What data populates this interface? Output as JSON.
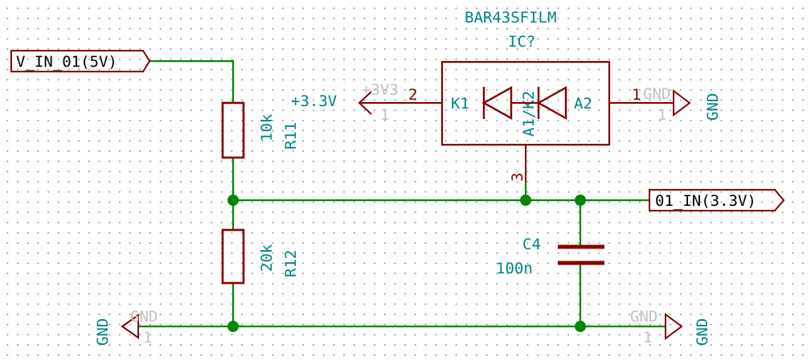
{
  "schematic": {
    "hier_labels": {
      "v_in": "V_IN_01(5V)",
      "out": "01_IN(3.3V)"
    },
    "r11": {
      "ref": "R11",
      "value": "10k"
    },
    "r12": {
      "ref": "R12",
      "value": "20k"
    },
    "c4": {
      "ref": "C4",
      "value": "100n"
    },
    "ic": {
      "part": "BAR43SFILM",
      "ref": "IC?",
      "pins": {
        "k1_name": "K1",
        "a1k2_name": "A1/K2",
        "a2_name": "A2",
        "pin2_num": "2",
        "pin1_num": "1",
        "pin3_num": "3"
      }
    },
    "power": {
      "plus_value": "+3.3V",
      "plus_ghost": "+3V3",
      "plus_pin": "1",
      "gnd_right_value": "GND",
      "gnd_right_ghost": "GND",
      "gnd_right_pin": "1",
      "gnd_left_value": "GND",
      "gnd_left_ghost": "GND",
      "gnd_left_pin": "1",
      "gnd_bottom_value": "GND",
      "gnd_bottom_ghost": "GND",
      "gnd_bottom_pin": "1"
    },
    "colors": {
      "wire": "#008800",
      "component": "#840000",
      "text": "#008484",
      "ghost": "#c2c2c2"
    }
  }
}
